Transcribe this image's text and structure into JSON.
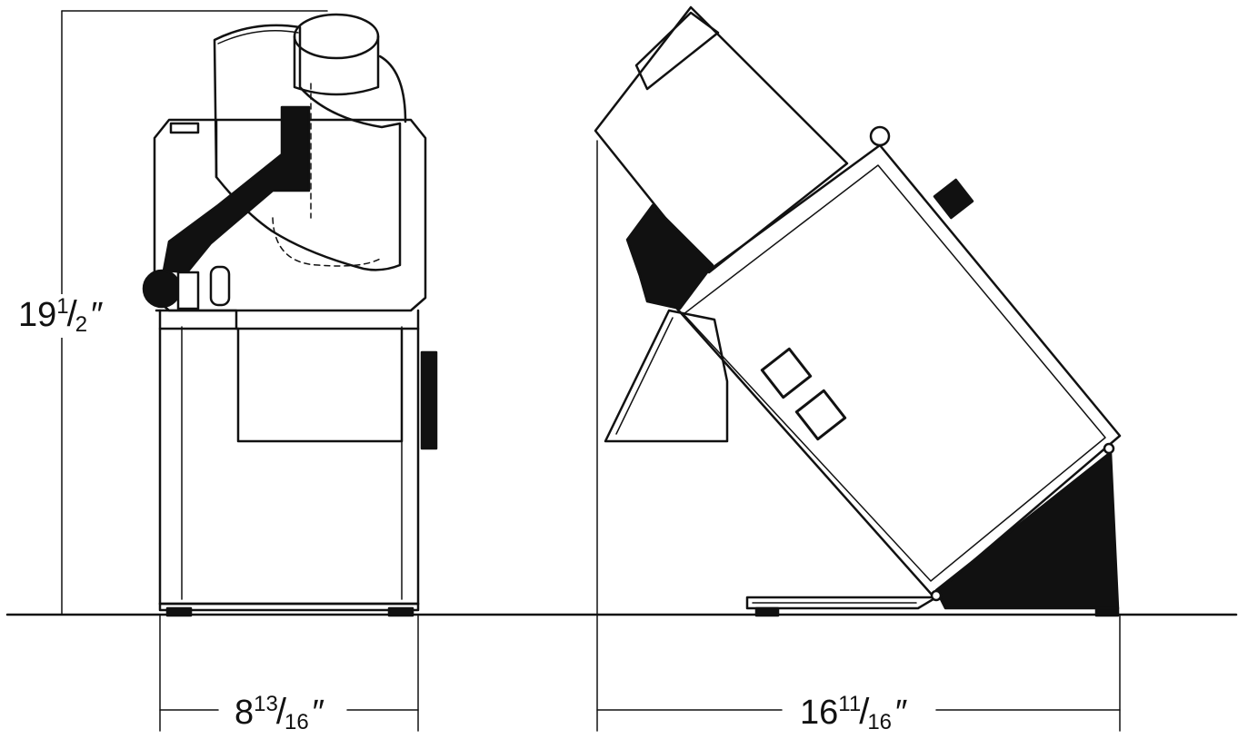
{
  "dimensions": {
    "height": {
      "whole": "19",
      "numerator": "1",
      "denominator": "2",
      "unit": "″"
    },
    "front_width": {
      "whole": "8",
      "numerator": "13",
      "denominator": "16",
      "unit": "″"
    },
    "side_depth": {
      "whole": "16",
      "numerator": "11",
      "denominator": "16",
      "unit": "″"
    }
  },
  "colors": {
    "ink": "#111111",
    "paper": "#ffffff"
  }
}
